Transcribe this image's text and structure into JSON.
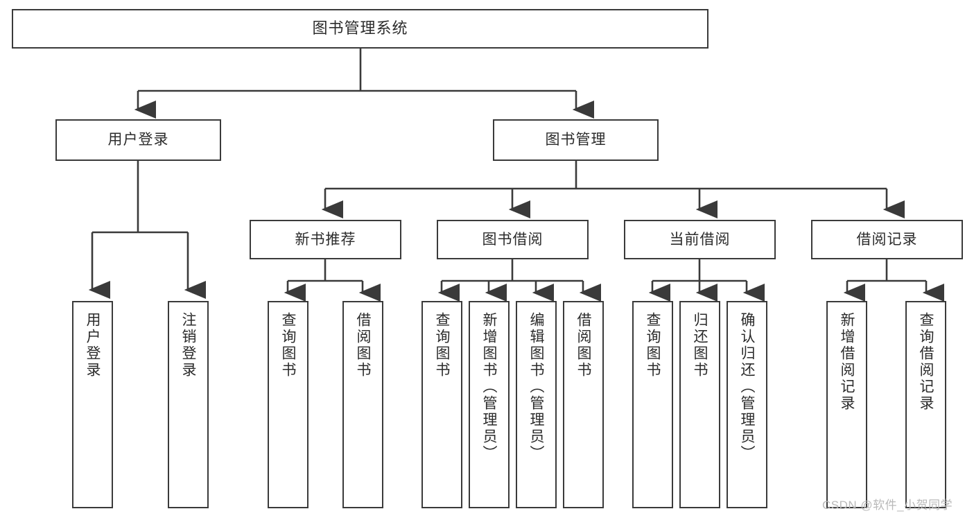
{
  "diagram": {
    "title": "图书管理系统",
    "type": "tree",
    "watermark": "CSDN @软件_小贺同学",
    "colors": {
      "border": "#3a3a3a",
      "background": "#ffffff",
      "text": "#2b2b2b",
      "watermark": "#b9b9b9"
    },
    "levels": {
      "root": {
        "label": "图书管理系统"
      },
      "level2": [
        {
          "id": "user-login",
          "label": "用户登录"
        },
        {
          "id": "book-manage",
          "label": "图书管理"
        }
      ],
      "level3": [
        {
          "id": "new-book-rec",
          "label": "新书推荐",
          "parent": "book-manage"
        },
        {
          "id": "book-borrow",
          "label": "图书借阅",
          "parent": "book-manage"
        },
        {
          "id": "current-borrow",
          "label": "当前借阅",
          "parent": "book-manage"
        },
        {
          "id": "borrow-record",
          "label": "借阅记录",
          "parent": "book-manage"
        }
      ],
      "leaves": [
        {
          "id": "leaf-1",
          "label": "用户登录",
          "parent": "user-login"
        },
        {
          "id": "leaf-2",
          "label": "注销登录",
          "parent": "user-login"
        },
        {
          "id": "leaf-3",
          "label": "查询图书",
          "parent": "new-book-rec"
        },
        {
          "id": "leaf-4",
          "label": "借阅图书",
          "parent": "new-book-rec"
        },
        {
          "id": "leaf-5",
          "label": "查询图书",
          "parent": "book-borrow"
        },
        {
          "id": "leaf-6",
          "label": "新增图书（管理员）",
          "parent": "book-borrow"
        },
        {
          "id": "leaf-7",
          "label": "编辑图书（管理员）",
          "parent": "book-borrow"
        },
        {
          "id": "leaf-8",
          "label": "借阅图书",
          "parent": "book-borrow"
        },
        {
          "id": "leaf-9",
          "label": "查询图书",
          "parent": "current-borrow"
        },
        {
          "id": "leaf-10",
          "label": "归还图书",
          "parent": "current-borrow"
        },
        {
          "id": "leaf-11",
          "label": "确认归还（管理员）",
          "parent": "current-borrow"
        },
        {
          "id": "leaf-12",
          "label": "新增借阅记录",
          "parent": "borrow-record"
        },
        {
          "id": "leaf-13",
          "label": "查询借阅记录",
          "parent": "borrow-record"
        }
      ]
    }
  }
}
